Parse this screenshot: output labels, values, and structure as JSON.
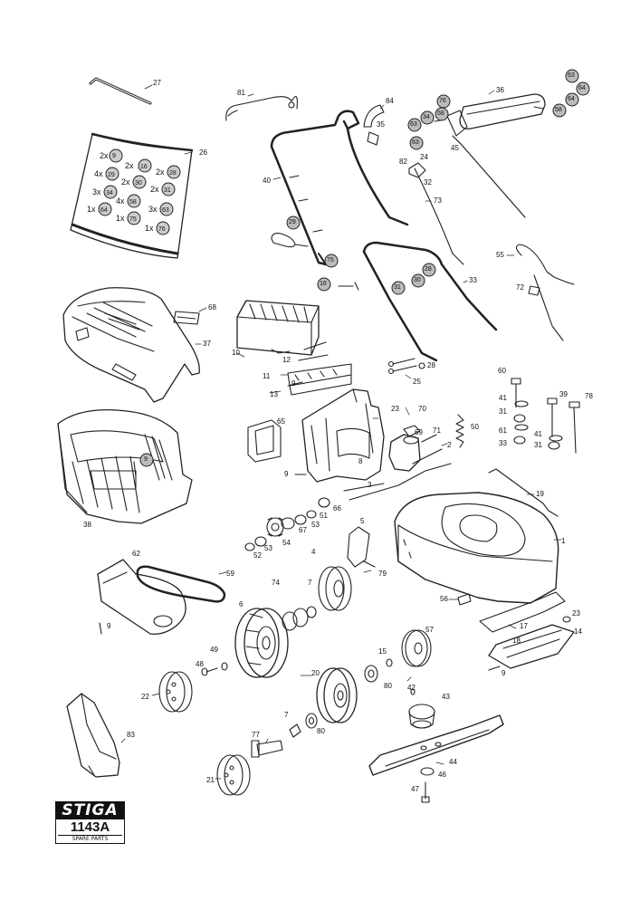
{
  "brand": {
    "logo_text": "STIGA",
    "model": "1143A",
    "subtitle": "SPARE PARTS"
  },
  "part_labels": [
    {
      "id": "p27",
      "text": "27"
    },
    {
      "id": "p81",
      "text": "81"
    },
    {
      "id": "p84",
      "text": "84"
    },
    {
      "id": "p35",
      "text": "35"
    },
    {
      "id": "p36",
      "text": "36"
    },
    {
      "id": "p45",
      "text": "45"
    },
    {
      "id": "p26",
      "text": "26"
    },
    {
      "id": "p82",
      "text": "82"
    },
    {
      "id": "p24",
      "text": "24"
    },
    {
      "id": "p32",
      "text": "32"
    },
    {
      "id": "p40",
      "text": "40"
    },
    {
      "id": "p73",
      "text": "73"
    },
    {
      "id": "p55",
      "text": "55"
    },
    {
      "id": "p72",
      "text": "72"
    },
    {
      "id": "p33",
      "text": "33"
    },
    {
      "id": "p68",
      "text": "68"
    },
    {
      "id": "p37",
      "text": "37"
    },
    {
      "id": "p10",
      "text": "10"
    },
    {
      "id": "p12",
      "text": "12"
    },
    {
      "id": "p11",
      "text": "11"
    },
    {
      "id": "p13",
      "text": "13"
    },
    {
      "id": "p28b",
      "text": "28"
    },
    {
      "id": "p25",
      "text": "25"
    },
    {
      "id": "p60",
      "text": "60"
    },
    {
      "id": "p41a",
      "text": "41"
    },
    {
      "id": "p31a",
      "text": "31"
    },
    {
      "id": "p39",
      "text": "39"
    },
    {
      "id": "p78",
      "text": "78"
    },
    {
      "id": "p61",
      "text": "61"
    },
    {
      "id": "p41b",
      "text": "41"
    },
    {
      "id": "p33b",
      "text": "33"
    },
    {
      "id": "p31b",
      "text": "31"
    },
    {
      "id": "p23a",
      "text": "23"
    },
    {
      "id": "p70",
      "text": "70"
    },
    {
      "id": "p69",
      "text": "69"
    },
    {
      "id": "p71",
      "text": "71"
    },
    {
      "id": "p50",
      "text": "50"
    },
    {
      "id": "p65",
      "text": "65"
    },
    {
      "id": "p2",
      "text": "2"
    },
    {
      "id": "p8",
      "text": "8"
    },
    {
      "id": "p9a",
      "text": "9"
    },
    {
      "id": "p9b",
      "text": "9"
    },
    {
      "id": "p38",
      "text": "38"
    },
    {
      "id": "p3",
      "text": "3"
    },
    {
      "id": "p19",
      "text": "19"
    },
    {
      "id": "p66",
      "text": "66"
    },
    {
      "id": "p51",
      "text": "51"
    },
    {
      "id": "p67",
      "text": "67"
    },
    {
      "id": "p53a",
      "text": "53"
    },
    {
      "id": "p54",
      "text": "54"
    },
    {
      "id": "p53b",
      "text": "53"
    },
    {
      "id": "p52",
      "text": "52"
    },
    {
      "id": "p5",
      "text": "5"
    },
    {
      "id": "p1",
      "text": "1"
    },
    {
      "id": "p4",
      "text": "4"
    },
    {
      "id": "p62",
      "text": "62"
    },
    {
      "id": "p59",
      "text": "59"
    },
    {
      "id": "p79",
      "text": "79"
    },
    {
      "id": "p9c",
      "text": "9"
    },
    {
      "id": "p74",
      "text": "74"
    },
    {
      "id": "p7a",
      "text": "7"
    },
    {
      "id": "p6",
      "text": "6"
    },
    {
      "id": "p56",
      "text": "56"
    },
    {
      "id": "p23b",
      "text": "23"
    },
    {
      "id": "p17",
      "text": "17"
    },
    {
      "id": "p14",
      "text": "14"
    },
    {
      "id": "p18",
      "text": "18"
    },
    {
      "id": "p9d",
      "text": "9"
    },
    {
      "id": "p49",
      "text": "49"
    },
    {
      "id": "p48",
      "text": "48"
    },
    {
      "id": "p15",
      "text": "15"
    },
    {
      "id": "p57",
      "text": "57"
    },
    {
      "id": "p20",
      "text": "20"
    },
    {
      "id": "p80a",
      "text": "80"
    },
    {
      "id": "p22",
      "text": "22"
    },
    {
      "id": "p42",
      "text": "42"
    },
    {
      "id": "p43",
      "text": "43"
    },
    {
      "id": "p83",
      "text": "83"
    },
    {
      "id": "p7b",
      "text": "7"
    },
    {
      "id": "p80b",
      "text": "80"
    },
    {
      "id": "p77",
      "text": "77"
    },
    {
      "id": "p44",
      "text": "44"
    },
    {
      "id": "p46",
      "text": "46"
    },
    {
      "id": "p21",
      "text": "21"
    },
    {
      "id": "p47",
      "text": "47"
    }
  ],
  "kit_contents": [
    {
      "qty": "2x",
      "part": "9"
    },
    {
      "qty": "2x",
      "part": "16"
    },
    {
      "qty": "4x",
      "part": "29"
    },
    {
      "qty": "2x",
      "part": "28"
    },
    {
      "qty": "2x",
      "part": "30"
    },
    {
      "qty": "3x",
      "part": "34"
    },
    {
      "qty": "2x",
      "part": "31"
    },
    {
      "qty": "4x",
      "part": "58"
    },
    {
      "qty": "1x",
      "part": "64"
    },
    {
      "qty": "3x",
      "part": "63"
    },
    {
      "qty": "1x",
      "part": "75"
    },
    {
      "qty": "1x",
      "part": "76"
    }
  ],
  "kit_callouts": [
    {
      "id": "c63a",
      "text": "63"
    },
    {
      "id": "c64a",
      "text": "64"
    },
    {
      "id": "c76",
      "text": "76"
    },
    {
      "id": "c34",
      "text": "34"
    },
    {
      "id": "c58a",
      "text": "58"
    },
    {
      "id": "c63b",
      "text": "63"
    },
    {
      "id": "c63c",
      "text": "63"
    },
    {
      "id": "c64b",
      "text": "64"
    },
    {
      "id": "c58b",
      "text": "58"
    },
    {
      "id": "c29",
      "text": "29"
    },
    {
      "id": "c75",
      "text": "75"
    },
    {
      "id": "c16",
      "text": "16"
    },
    {
      "id": "c28",
      "text": "28"
    },
    {
      "id": "c31",
      "text": "31"
    },
    {
      "id": "c30",
      "text": "30"
    },
    {
      "id": "c9",
      "text": "9"
    }
  ]
}
